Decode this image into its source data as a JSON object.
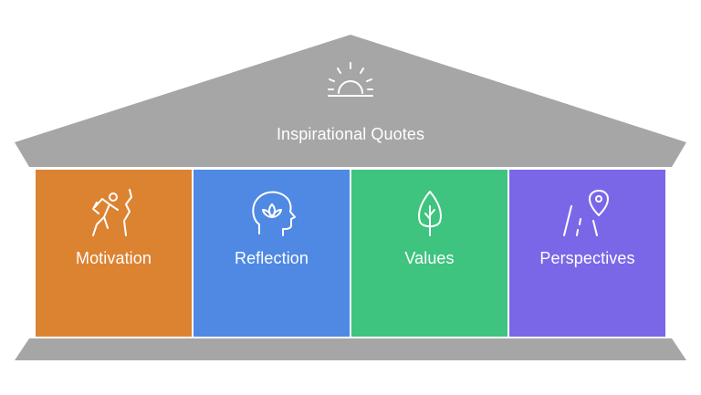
{
  "roof": {
    "title": "Inspirational Quotes",
    "icon": "sunrise-icon",
    "color": "#a6a6a6"
  },
  "pillars": [
    {
      "label": "Motivation",
      "icon": "climber-icon",
      "color": "#dc8332"
    },
    {
      "label": "Reflection",
      "icon": "mind-lotus-icon",
      "color": "#4f89e3"
    },
    {
      "label": "Values",
      "icon": "leaf-icon",
      "color": "#3ec47f"
    },
    {
      "label": "Perspectives",
      "icon": "road-location-icon",
      "color": "#7a67e8"
    }
  ],
  "base": {
    "color": "#a6a6a6"
  }
}
